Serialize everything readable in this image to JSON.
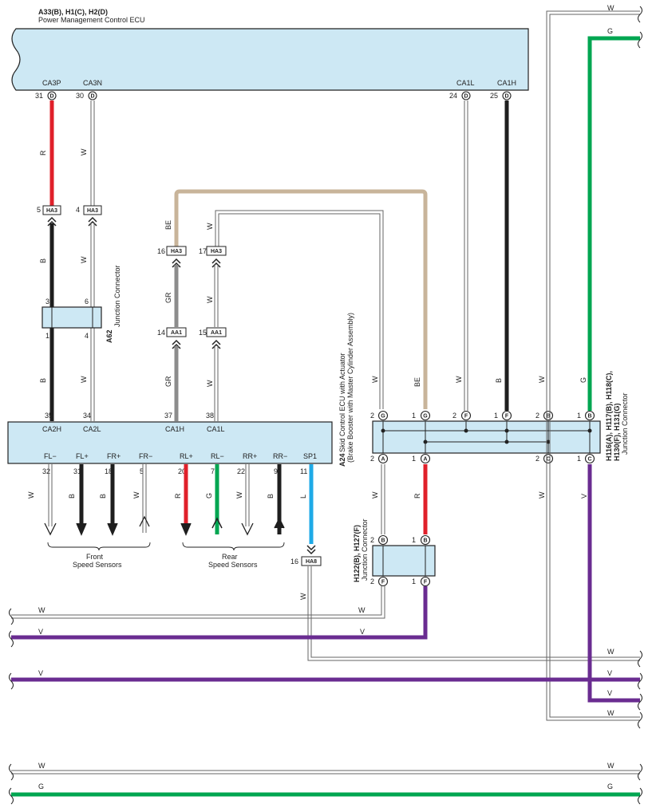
{
  "ecu": {
    "ref": "A33(B), H1(C), H2(D)",
    "name": "Power Management Control ECU",
    "terms": [
      {
        "label": "CA3P",
        "pin": "31",
        "conn": "D"
      },
      {
        "label": "CA3N",
        "pin": "30",
        "conn": "D"
      },
      {
        "label": "CA1L",
        "pin": "24",
        "conn": "D"
      },
      {
        "label": "CA1H",
        "pin": "25",
        "conn": "D"
      }
    ]
  },
  "a62": {
    "ref": "A62",
    "name": "Junction Connector",
    "pins": [
      "3",
      "6",
      "1",
      "4"
    ]
  },
  "a24": {
    "ref": "A24",
    "name": "Skid Control ECU with Actuator",
    "sub": "(Brake Booster with Master Cylinder Assembly)",
    "top_terms": [
      {
        "label": "CA2H",
        "pin": "35"
      },
      {
        "label": "CA2L",
        "pin": "34"
      },
      {
        "label": "CA1H",
        "pin": "37"
      },
      {
        "label": "CA1L",
        "pin": "38"
      }
    ],
    "bottom_terms": [
      {
        "label": "FL−",
        "pin": "32",
        "color": "W"
      },
      {
        "label": "FL+",
        "pin": "31",
        "color": "B"
      },
      {
        "label": "FR+",
        "pin": "18",
        "color": "B"
      },
      {
        "label": "FR−",
        "pin": "5",
        "color": "W"
      },
      {
        "label": "RL+",
        "pin": "20",
        "color": "R"
      },
      {
        "label": "RL−",
        "pin": "7",
        "color": "G"
      },
      {
        "label": "RR+",
        "pin": "22",
        "color": "W"
      },
      {
        "label": "RR−",
        "pin": "9",
        "color": "B"
      },
      {
        "label": "SP1",
        "pin": "11",
        "color": "L"
      }
    ]
  },
  "sensors": {
    "front": [
      "Front",
      "Speed Sensors"
    ],
    "rear": [
      "Rear",
      "Speed Sensors"
    ]
  },
  "jc_right": {
    "ref": "H116(A), H117(B), H118(C),",
    "ref2": "H130(F), H131(G)",
    "name": "Junction Connector",
    "top_pins": [
      {
        "n": "2",
        "c": "G"
      },
      {
        "n": "1",
        "c": "G"
      },
      {
        "n": "2",
        "c": "F"
      },
      {
        "n": "1",
        "c": "F"
      },
      {
        "n": "2",
        "c": "B"
      },
      {
        "n": "1",
        "c": "B"
      }
    ],
    "bottom_pins": [
      {
        "n": "2",
        "c": "A"
      },
      {
        "n": "1",
        "c": "A"
      },
      {
        "n": "2",
        "c": "C"
      },
      {
        "n": "1",
        "c": "C"
      }
    ]
  },
  "jc_mid": {
    "ref": "H122(B), H127(F)",
    "name": "Junction Connector",
    "pins": [
      {
        "n": "2",
        "c": "B"
      },
      {
        "n": "1",
        "c": "B"
      },
      {
        "n": "2",
        "c": "F"
      },
      {
        "n": "1",
        "c": "F"
      }
    ]
  },
  "tags": {
    "ha3": "HA3",
    "aa1": "AA1",
    "ha8": "HA8",
    "ha3_pins": [
      "5",
      "4",
      "16",
      "17"
    ],
    "aa1_pins": [
      "14",
      "15"
    ],
    "ha8_pin": "16"
  },
  "wire_colors": {
    "W": "W",
    "R": "R",
    "B": "B",
    "G": "G",
    "V": "V",
    "L": "L",
    "BE": "BE",
    "GR": "GR"
  },
  "palette": {
    "red": "#e0202a",
    "black": "#1e1e1e",
    "green": "#00a651",
    "purple": "#6a2c91",
    "blue": "#1eaae7",
    "beige": "#c8b49a",
    "gray": "#8c8c8c",
    "box": "#cde8f4"
  }
}
